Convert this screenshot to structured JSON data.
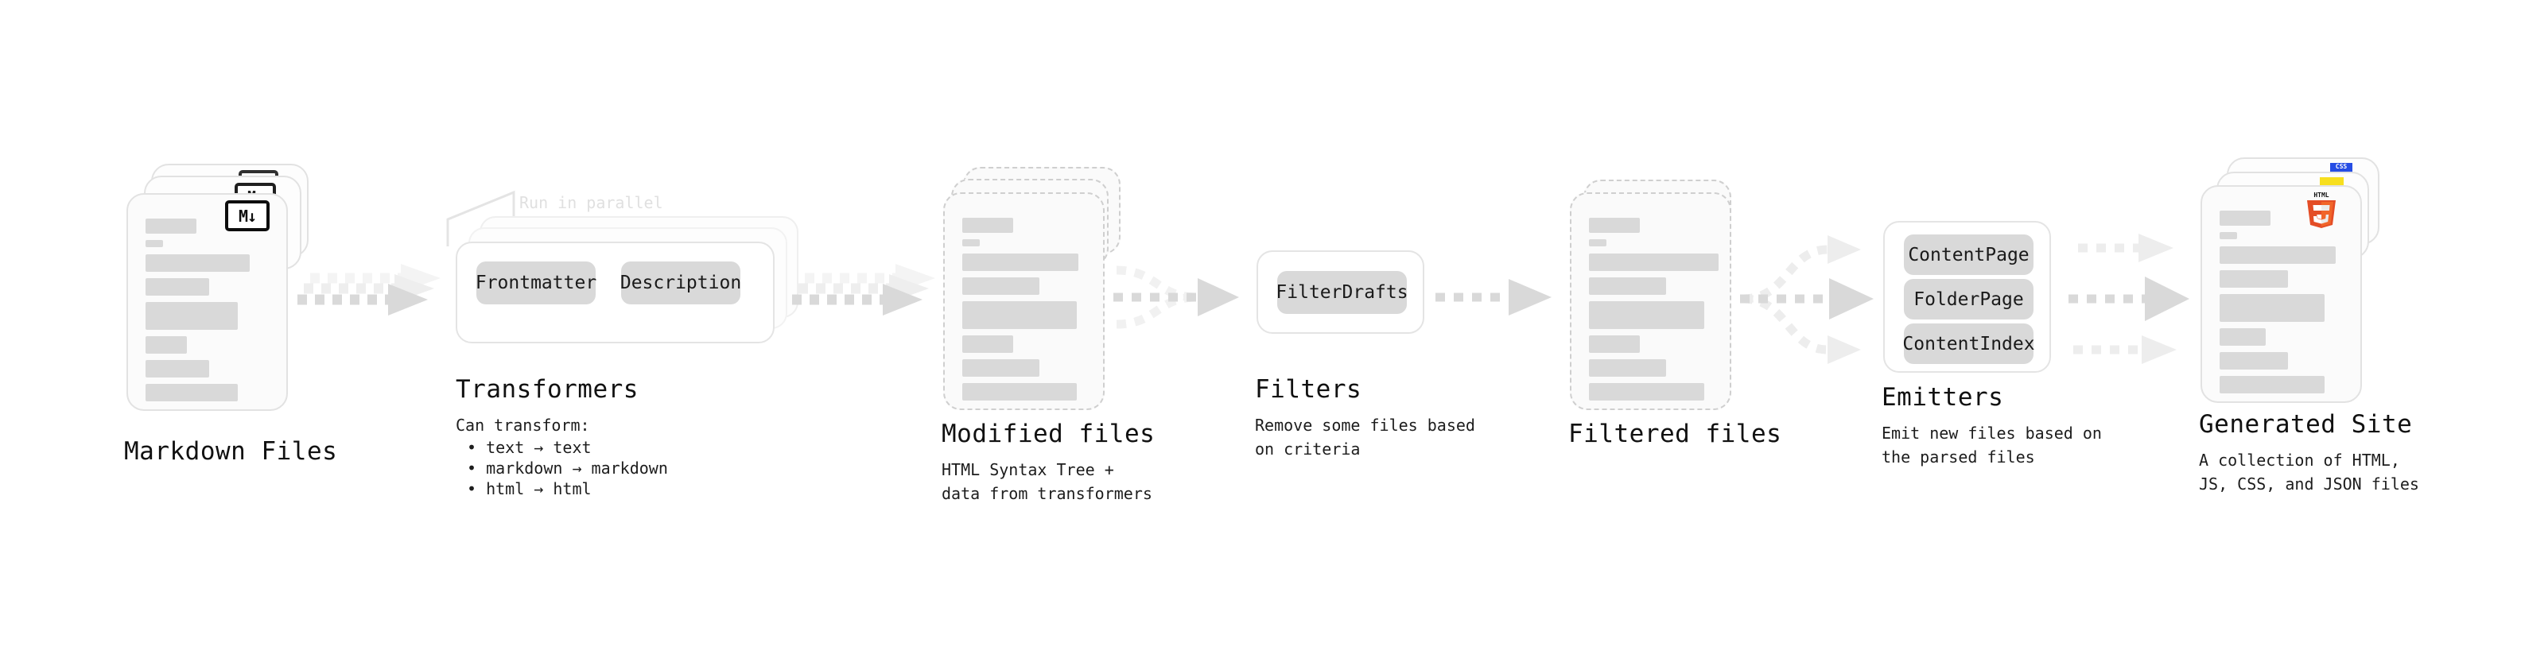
{
  "diagram": {
    "type": "pipeline-flow",
    "background": "#ffffff",
    "accent_colors": {
      "skeleton_bar": "#d9d9d9",
      "card_border": "#e2e2e2",
      "dashed_border": "#cfcfcf",
      "arrow": "#d5d5d5",
      "arrow_faint": "#eeeeee",
      "markdown_badge": "#0d0d0d",
      "html5_badge": "#e44d26",
      "html5_badge_light": "#f16529",
      "js_badge": "#f7df1e",
      "css_badge": "#264de4",
      "ghost_text": "#e0e0e0"
    }
  },
  "stages": [
    {
      "id": "markdown-files",
      "title": "Markdown Files",
      "description": "",
      "icon": "markdown-icon",
      "icon_label": "M↓"
    },
    {
      "id": "transformers",
      "title": "Transformers",
      "description": "Can transform:",
      "bullets": [
        "• text → text",
        "• markdown → markdown",
        "• html → html"
      ],
      "annotation": "Run in parallel",
      "plugins": [
        "Frontmatter",
        "Description"
      ]
    },
    {
      "id": "modified-files",
      "title": "Modified files",
      "description": "HTML Syntax Tree +\ndata from transformers"
    },
    {
      "id": "filters",
      "title": "Filters",
      "description": "Remove some files based\non criteria",
      "plugins": [
        "FilterDrafts"
      ]
    },
    {
      "id": "filtered-files",
      "title": "Filtered files",
      "description": ""
    },
    {
      "id": "emitters",
      "title": "Emitters",
      "description": "Emit new files based on\nthe parsed files",
      "plugins": [
        "ContentPage",
        "FolderPage",
        "ContentIndex"
      ]
    },
    {
      "id": "generated-site",
      "title": "Generated Site",
      "description": "A collection of HTML,\nJS, CSS, and JSON files",
      "icon": "html5-icon",
      "icon_label": "HTML",
      "icon_digit": "5",
      "secondary_icons": [
        "js-icon",
        "css-icon"
      ],
      "css_badge_label": "CSS"
    }
  ]
}
